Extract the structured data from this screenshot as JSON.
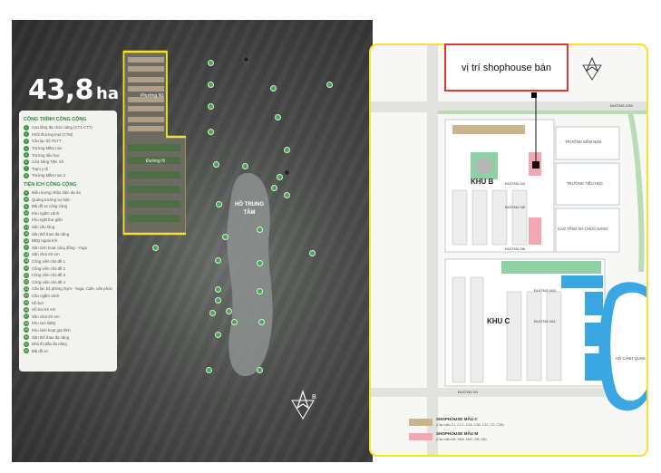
{
  "aerial": {
    "area_value": "43,8",
    "area_unit": "ha",
    "lake_label": "HỒ TRUNG TÂM",
    "parcel_labels": [
      "Phường N1",
      "Đường N"
    ],
    "legend": {
      "section1_title": "CÔNG TRÌNH CÔNG CỘNG",
      "section1_items": [
        {
          "n": "1",
          "label": "Cao tầng đa chức năng (CT1-CT7)"
        },
        {
          "n": "2",
          "label": "Khối thương mại (CTM)"
        },
        {
          "n": "3",
          "label": "Câu lạc bộ TDTT"
        },
        {
          "n": "4",
          "label": "Trường Mầm non"
        },
        {
          "n": "5",
          "label": "Trường tiểu học"
        },
        {
          "n": "6",
          "label": "Cửa hàng Tiện ích"
        },
        {
          "n": "7",
          "label": "Trạm y tế"
        },
        {
          "n": "8",
          "label": "Trường Mầm non 2"
        }
      ],
      "section2_title": "TIỆN ÍCH CÔNG CỘNG",
      "section2_items": [
        {
          "n": "9",
          "label": "Biểu tượng nhận diện dự án"
        },
        {
          "n": "10",
          "label": "Quảng trường sự kiện"
        },
        {
          "n": "11",
          "label": "Bãi đỗ xe công cộng"
        },
        {
          "n": "12",
          "label": "Khu ngắm cảnh"
        },
        {
          "n": "13",
          "label": "Khu nghỉ thư giãn"
        },
        {
          "n": "14",
          "label": "Sân cầu lông"
        },
        {
          "n": "15",
          "label": "Sân thể thao đa năng"
        },
        {
          "n": "16",
          "label": "BBQ ngoài trời"
        },
        {
          "n": "17",
          "label": "Sân sinh hoạt cộng đồng - Yoga"
        },
        {
          "n": "18",
          "label": "Sân chơi trẻ em"
        },
        {
          "n": "19",
          "label": "Công viên chủ đề 1"
        },
        {
          "n": "20",
          "label": "Công viên chủ đề 2"
        },
        {
          "n": "21",
          "label": "Công viên chủ đề 3"
        },
        {
          "n": "22",
          "label": "Công viên chủ đề 4"
        },
        {
          "n": "23",
          "label": "Câu lạc bộ phòng Gym - Yoga, Cafe, văn phòng Ban Quản lý"
        },
        {
          "n": "24",
          "label": "Cầu ngắm cảnh"
        },
        {
          "n": "25",
          "label": "Hồ bơi"
        },
        {
          "n": "26",
          "label": "Hồ bơi trẻ em"
        },
        {
          "n": "27",
          "label": "Sân chơi trẻ em"
        },
        {
          "n": "28",
          "label": "Khu vực BBQ"
        },
        {
          "n": "29",
          "label": "Khu sinh hoạt gia đình"
        },
        {
          "n": "30",
          "label": "Sân thể thao đa năng"
        },
        {
          "n": "31",
          "label": "Nhà thi đấu đa năng"
        },
        {
          "n": "32",
          "label": "Bãi đỗ xe"
        }
      ]
    }
  },
  "plan": {
    "title": "MẶT BẰNG TỔNG THỂ",
    "callout": "vị trí shophouse bán",
    "zones": {
      "khu_b": "KHU B",
      "khu_c": "KHU C",
      "lake": "HỒ CẢNH QUAN",
      "school1": "TRƯỜNG MẦM NON",
      "school2": "TRƯỜNG TIỂU HỌC",
      "commercial": "CAO TẦNG ĐA CHỨC NĂNG"
    },
    "roads": [
      "ĐƯỜNG N4",
      "ĐƯỜNG N5",
      "ĐƯỜNG N6",
      "ĐƯỜNG N10",
      "ĐƯỜNG N11",
      "ĐƯỜNG N2",
      "ĐƯỜNG 47M"
    ],
    "legend": [
      {
        "title": "SHOPHOUSE MẪU C",
        "desc": "(Các mẫu C1, C1.1, C2A, C3B, C1C, C2, C2B)",
        "color": "#c9b48c"
      },
      {
        "title": "SHOPHOUSE MẪU M",
        "desc": "(Các mẫu M4, M4A, M4C, M5, M6)",
        "color": "#f3a7b3"
      }
    ],
    "colors": {
      "border": "#f3e32a",
      "callout": "#d83a3a",
      "blue_lots": "#3aa7e3",
      "pink_lots": "#f3a7b3",
      "tan_lots": "#c9b48c",
      "greenery": "#8fd0a4"
    }
  }
}
